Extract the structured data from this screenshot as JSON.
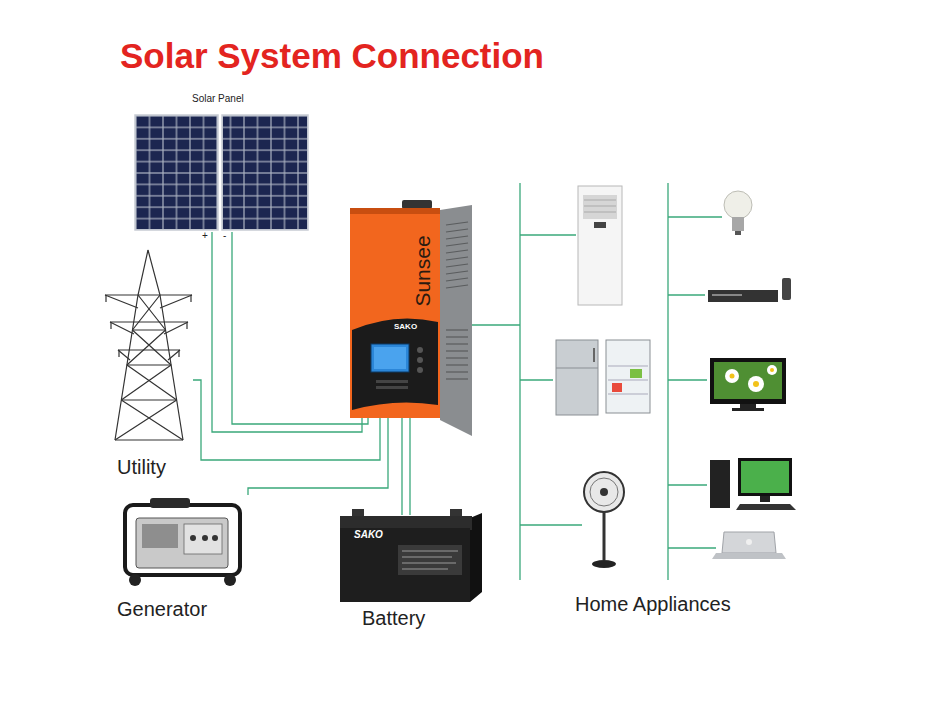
{
  "diagram": {
    "title": "Solar System Connection",
    "nodes": [
      {
        "text": [
          "Solar Panel"
        ]
      },
      {
        "text": [
          "Sunsee",
          "SAKO"
        ]
      },
      {
        "text": [
          "Utility"
        ]
      },
      {
        "text": [
          "Generator"
        ]
      },
      {
        "text": [
          "SAKO",
          "Battery"
        ]
      },
      {
        "text": [
          "Home Appliances"
        ]
      }
    ],
    "edges": [
      {
        "from": 0,
        "to": 1,
        "arrow": "none"
      },
      {
        "from": 2,
        "to": 1,
        "arrow": "none"
      },
      {
        "from": 3,
        "to": 1,
        "arrow": "none"
      },
      {
        "from": 4,
        "to": 1,
        "arrow": "none"
      },
      {
        "from": 1,
        "to": 5,
        "arrow": "none"
      }
    ],
    "labels": [
      "+",
      "-"
    ]
  }
}
